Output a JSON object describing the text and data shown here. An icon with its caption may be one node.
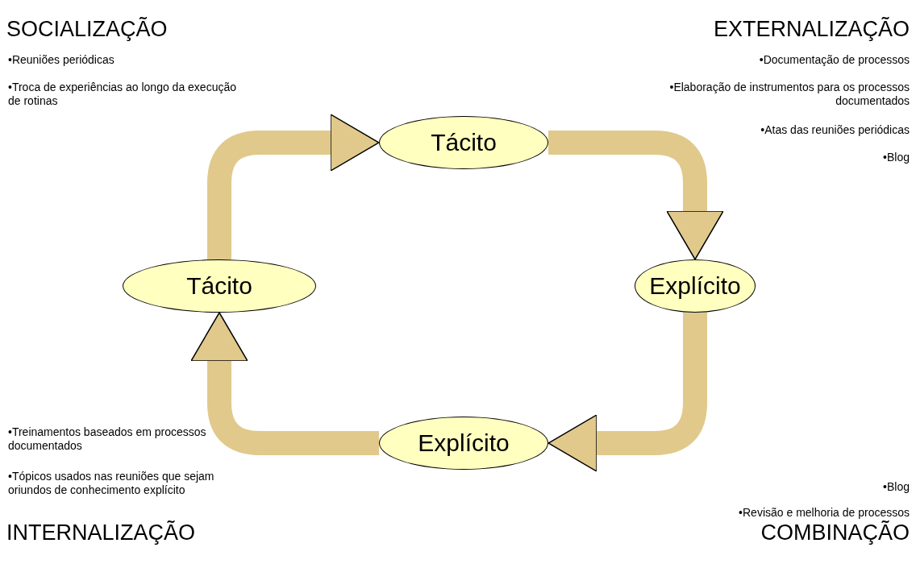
{
  "diagram": {
    "nodes": [
      {
        "text": [
          "Tácito"
        ]
      },
      {
        "text": [
          "Tácito"
        ]
      },
      {
        "text": [
          "Explícito"
        ]
      },
      {
        "text": [
          "Explícito"
        ]
      }
    ],
    "edges": [
      {
        "from": 1,
        "to": 0,
        "arrow": "to"
      },
      {
        "from": 0,
        "to": 2,
        "arrow": "to"
      },
      {
        "from": 2,
        "to": 3,
        "arrow": "to"
      },
      {
        "from": 3,
        "to": 1,
        "arrow": "to"
      }
    ],
    "labels": [
      "SOCIALIZAÇÃO",
      "•Reuniões periódicas",
      "•Troca de experiências ao longo da execução de rotinas",
      "EXTERNALIZAÇÃO",
      "•Documentação de processos",
      "•Elaboração de instrumentos para os processos documentados",
      "•Atas das reuniões periódicas",
      "•Blog",
      "•Treinamentos baseados em processos documentados",
      "•Tópicos usados nas reuniões que sejam oriundos de conhecimento explícito",
      "INTERNALIZAÇÃO",
      "•Blog",
      "•Revisão e melhoria de processos",
      "COMBINAÇÃO"
    ]
  }
}
